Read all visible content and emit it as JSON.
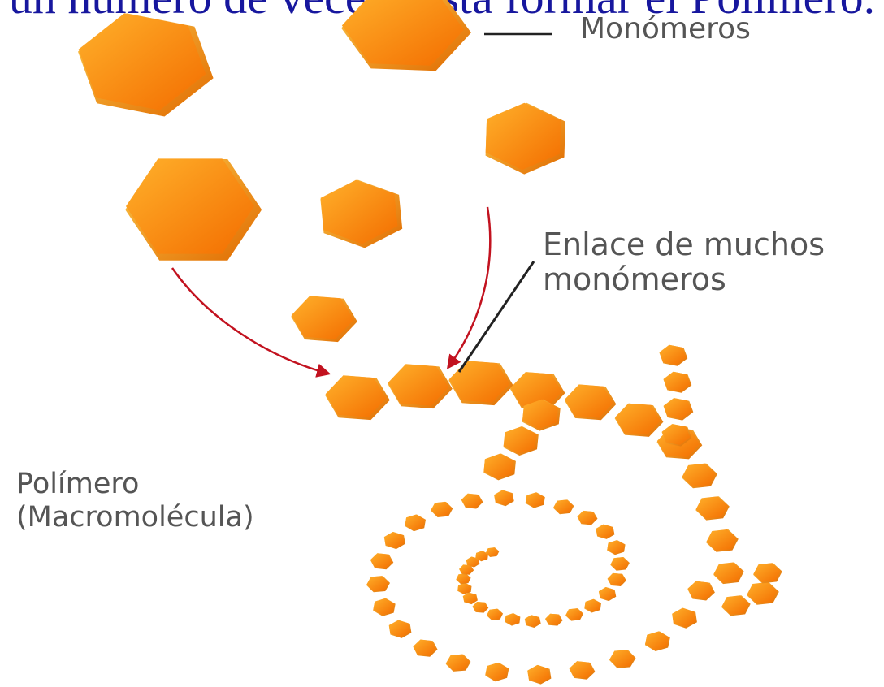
{
  "caption": {
    "top_text": "un número de veces hasta formar el Polímero."
  },
  "labels": {
    "monomers": "Monómeros",
    "bond_line1": "Enlace de muchos",
    "bond_line2": "monómeros",
    "polymer_line1": "Polímero",
    "polymer_line2": "(Macromolécula)"
  },
  "colors": {
    "caption_text": "#17179e",
    "label_text": "#555555",
    "monomer_light": "#ffb12b",
    "monomer_dark": "#f36d00",
    "monomer_edge": "#fcc94a",
    "arrow": "#c2121f",
    "leader_line": "#222222"
  }
}
